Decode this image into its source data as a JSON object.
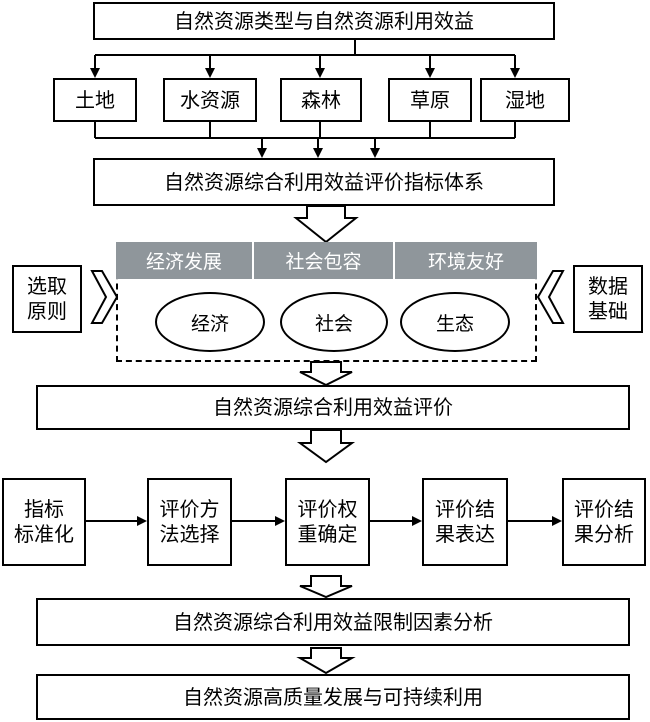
{
  "top": "自然资源类型与自然资源利用效益",
  "types": [
    "土地",
    "水资源",
    "森林",
    "草原",
    "湿地"
  ],
  "index_system": "自然资源综合利用效益评价指标体系",
  "pillars": [
    "经济发展",
    "社会包容",
    "环境友好"
  ],
  "ovals": [
    "经济",
    "社会",
    "生态"
  ],
  "side_left": "选取\n原则",
  "side_right": "数据\n基础",
  "evaluation": "自然资源综合利用效益评价",
  "steps": [
    "指标\n标准化",
    "评价方\n法选择",
    "评价权\n重确定",
    "评价结\n果表达",
    "评价结\n果分析"
  ],
  "limit_analysis": "自然资源综合利用效益限制因素分析",
  "bottom": "自然资源高质量发展与可持续利用"
}
